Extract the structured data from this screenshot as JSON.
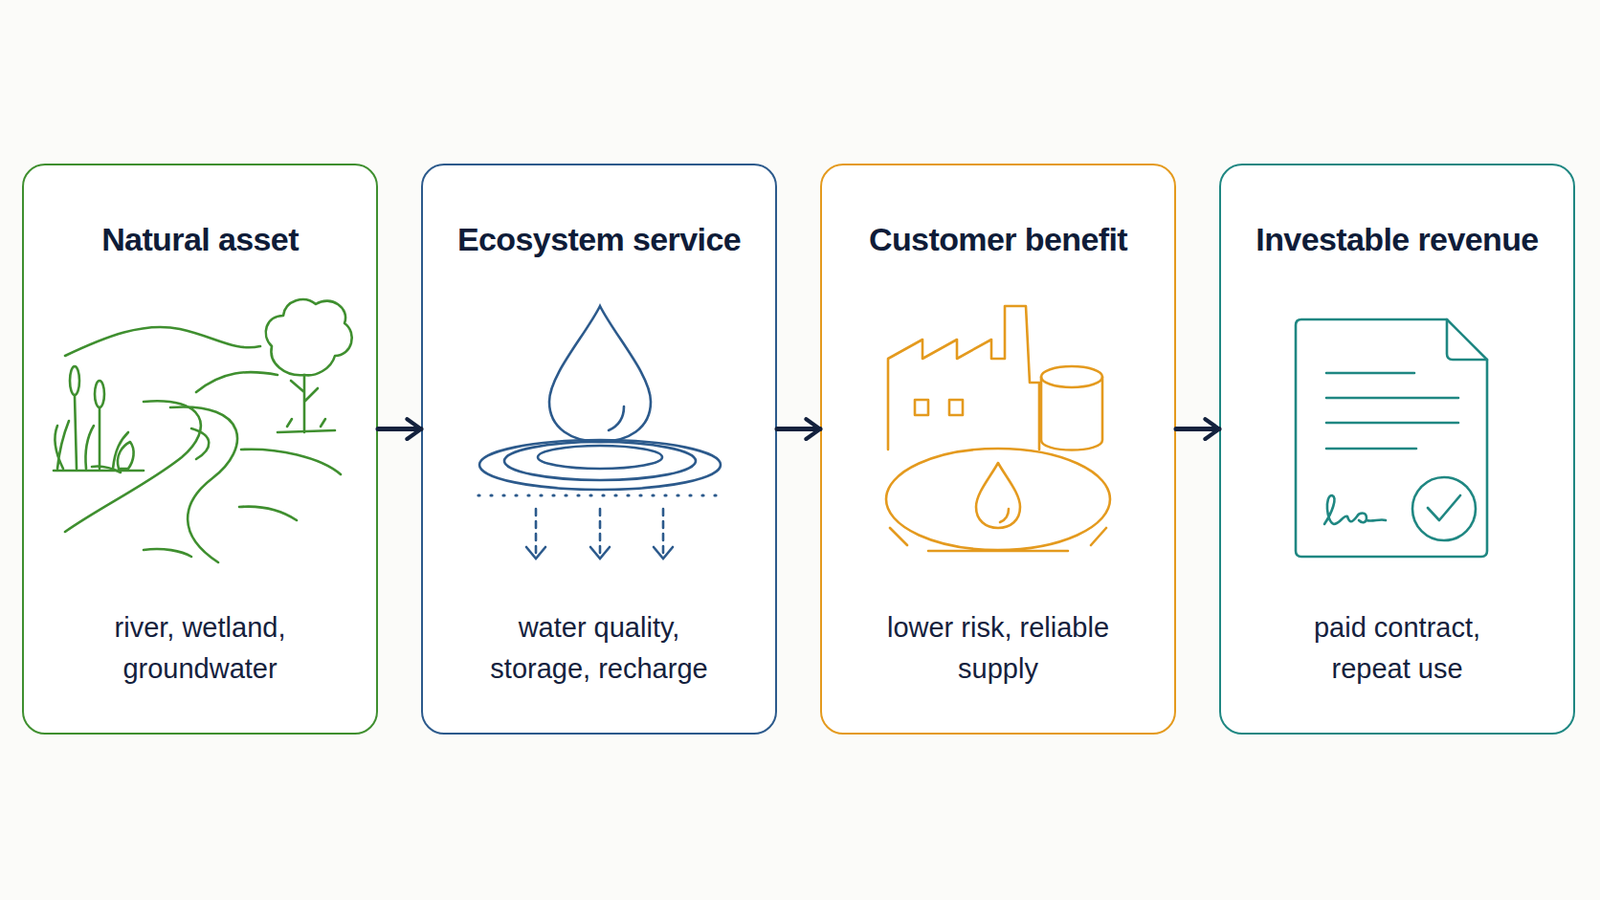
{
  "diagram": {
    "nodes": [
      {
        "text": [
          "Natural asset",
          "river, wetland, groundwater"
        ]
      },
      {
        "text": [
          "Ecosystem service",
          "water quality, storage, recharge"
        ]
      },
      {
        "text": [
          "Customer benefit",
          "lower risk, reliable supply"
        ]
      },
      {
        "text": [
          "Investable revenue",
          "paid contract, repeat use"
        ]
      }
    ],
    "edges": [
      {
        "from": 0,
        "to": 1,
        "arrow": "to"
      },
      {
        "from": 1,
        "to": 2,
        "arrow": "to"
      },
      {
        "from": 2,
        "to": 3,
        "arrow": "to"
      }
    ]
  }
}
